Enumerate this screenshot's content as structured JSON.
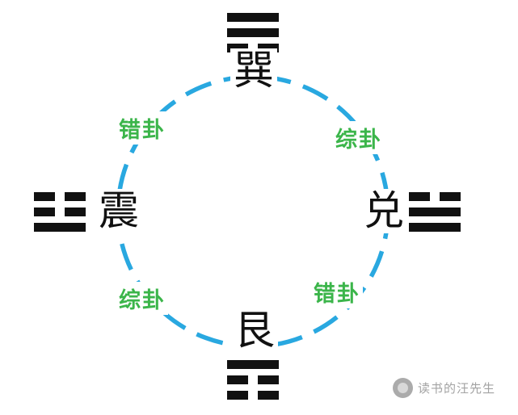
{
  "diagram": {
    "title": "trigram-relations-circle",
    "circle_color": "#29a8e0",
    "relation_color": "#3bb54a",
    "trigram_color": "#111111",
    "nodes": [
      {
        "position": "top",
        "name": "巽",
        "lines": [
          "solid",
          "solid",
          "broken"
        ]
      },
      {
        "position": "right",
        "name": "兑",
        "lines": [
          "broken",
          "solid",
          "solid"
        ]
      },
      {
        "position": "bottom",
        "name": "艮",
        "lines": [
          "solid",
          "broken",
          "broken"
        ]
      },
      {
        "position": "left",
        "name": "震",
        "lines": [
          "broken",
          "broken",
          "solid"
        ]
      }
    ],
    "relations": [
      {
        "position": "top-left",
        "label": "错卦"
      },
      {
        "position": "top-right",
        "label": "综卦"
      },
      {
        "position": "bottom-left",
        "label": "综卦"
      },
      {
        "position": "bottom-right",
        "label": "错卦"
      }
    ]
  },
  "watermark": {
    "text": "读书的汪先生"
  }
}
